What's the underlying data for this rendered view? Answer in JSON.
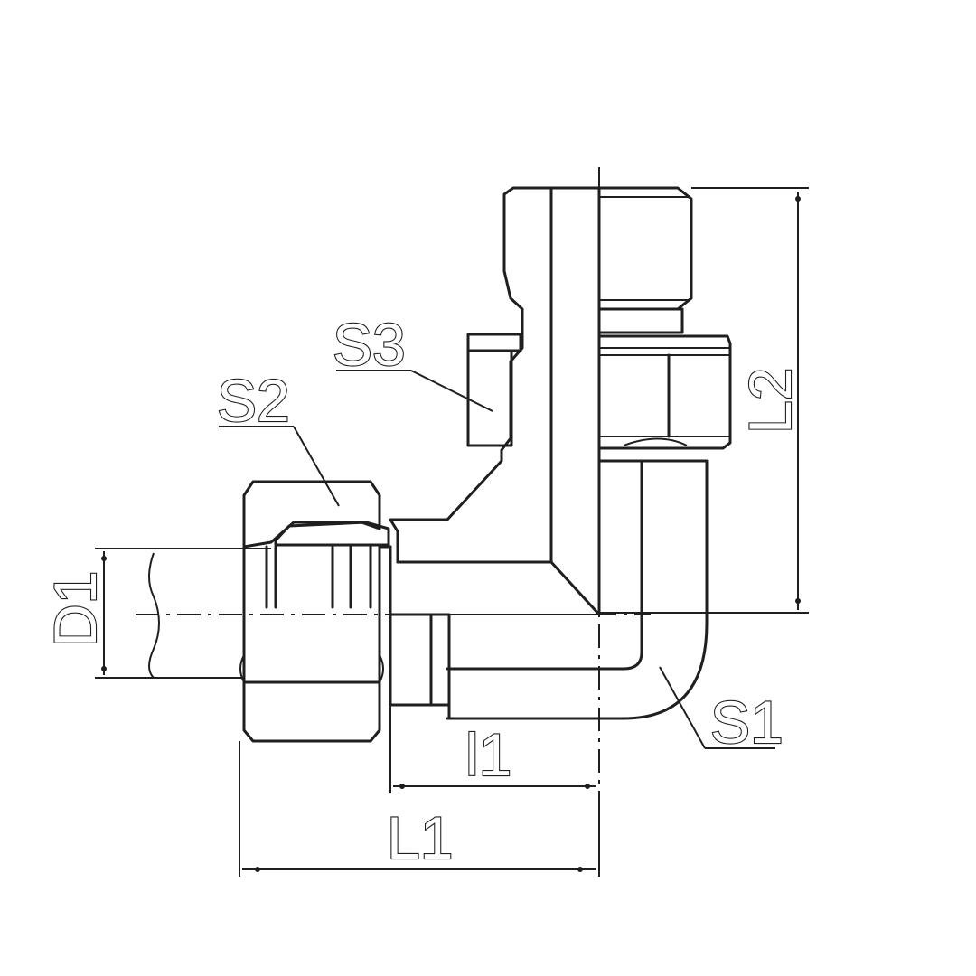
{
  "drawing": {
    "labels": {
      "s1": "S1",
      "s2": "S2",
      "s3": "S3",
      "d1": "D1",
      "l1_upper": "L2",
      "l1_lower": "L1",
      "l1_small": "l1"
    }
  }
}
